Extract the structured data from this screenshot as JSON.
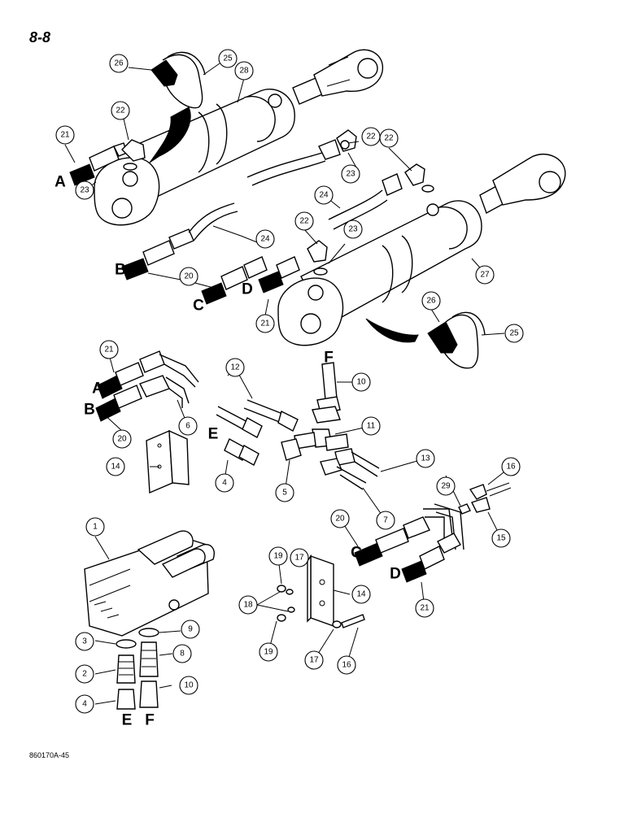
{
  "page_number": "8-8",
  "drawing_code": "860170A-45",
  "callouts": [
    "1",
    "2",
    "3",
    "4",
    "5",
    "6",
    "7",
    "8",
    "9",
    "10",
    "11",
    "12",
    "13",
    "14",
    "15",
    "16",
    "17",
    "18",
    "19",
    "20",
    "21",
    "22",
    "23",
    "24",
    "25",
    "26",
    "27",
    "28",
    "29"
  ],
  "letters": [
    "A",
    "B",
    "C",
    "D",
    "E",
    "F"
  ]
}
